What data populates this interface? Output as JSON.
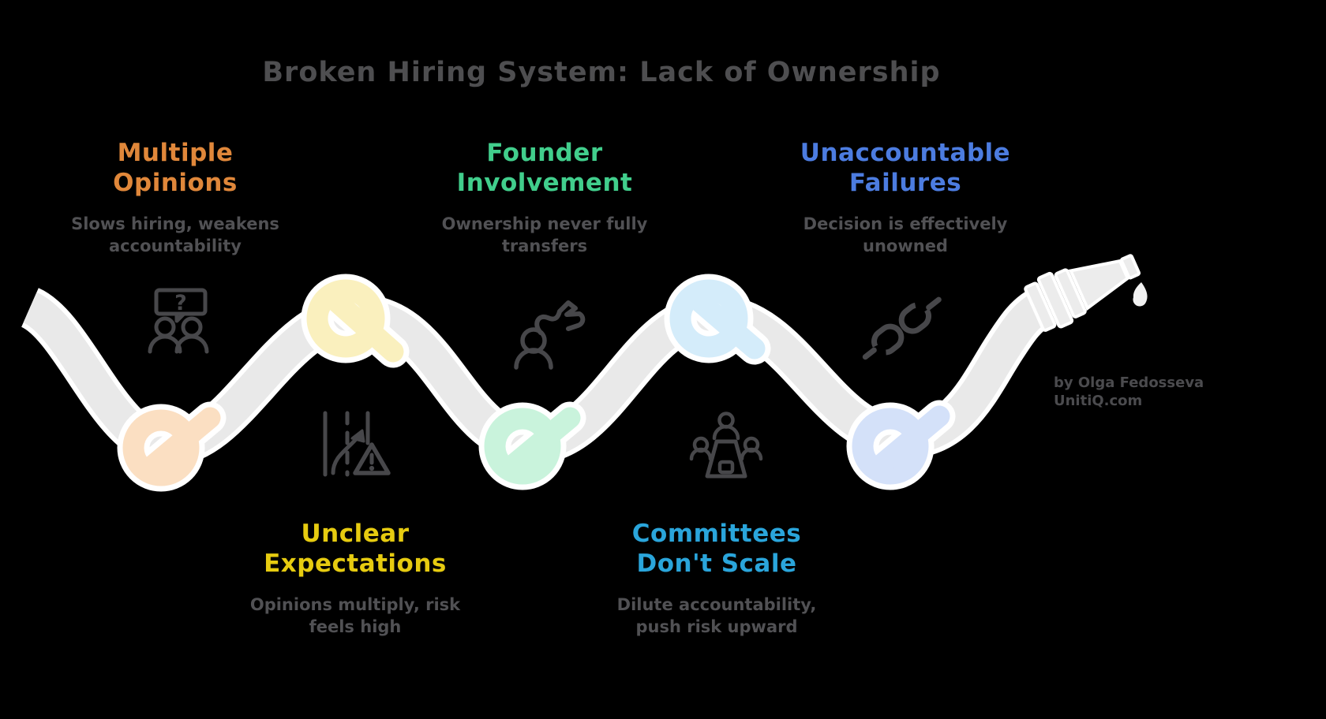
{
  "title": "Broken Hiring System: Lack of Ownership",
  "sections": [
    {
      "name": "multiple-opinions",
      "heading": "Multiple\nOpinions",
      "subtitle": "Slows hiring, weakens\naccountability",
      "color": "#E0873A",
      "icon": "people-question-icon"
    },
    {
      "name": "unclear-expectations",
      "heading": "Unclear\nExpectations",
      "subtitle": "Opinions multiply, risk\nfeels high",
      "color": "#E6CB10",
      "icon": "lane-change-warning-icon"
    },
    {
      "name": "founder-involvement",
      "heading": "Founder\nInvolvement",
      "subtitle": "Ownership never fully\ntransfers",
      "color": "#41CE8C",
      "icon": "person-squiggle-icon"
    },
    {
      "name": "committees-dont-scale",
      "heading": "Committees\nDon't Scale",
      "subtitle": "Dilute accountability,\npush risk upward",
      "color": "#2AA5DB",
      "icon": "meeting-table-icon"
    },
    {
      "name": "unaccountable-failures",
      "heading": "Unaccountable\nFailures",
      "subtitle": "Decision is effectively\nunowned",
      "color": "#4C7CE0",
      "icon": "broken-chain-icon"
    }
  ],
  "icon_glyphs": {
    "question_mark": "?"
  },
  "attribution": {
    "line1": "by Olga Fedosseva",
    "line2": "UnitiQ.com"
  },
  "colors": {
    "background": "#000000",
    "title_text": "#4E4E50",
    "subtitle_text": "#515154",
    "icon_stroke": "#47474A",
    "rope": "#E9E9E9",
    "rope_outline": "#FFFFFF",
    "drip": "#F1F1F1",
    "knots": {
      "multiple_opinions": "#FBDFC2",
      "unclear_expectations": "#FAF0BE",
      "founder_involvement": "#C9F3DC",
      "committees_dont_scale": "#D4ECFA",
      "unaccountable_failures": "#D4E1F9"
    }
  }
}
